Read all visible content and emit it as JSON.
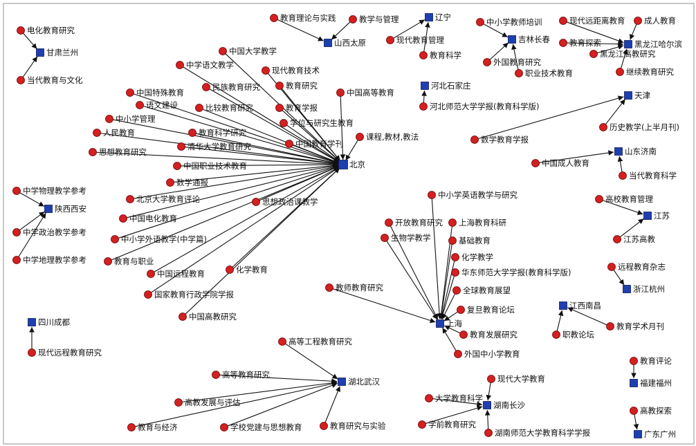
{
  "cities": [
    {
      "id": "gansu",
      "label": "甘肃兰州"
    },
    {
      "id": "shanxi",
      "label": "山西太原"
    },
    {
      "id": "liaoning",
      "label": "辽宁"
    },
    {
      "id": "jilin",
      "label": "吉林长春"
    },
    {
      "id": "heilongjiang",
      "label": "黑龙江哈尔滨"
    },
    {
      "id": "hebei",
      "label": "河北石家庄"
    },
    {
      "id": "tianjin",
      "label": "天津"
    },
    {
      "id": "beijing",
      "label": "北京"
    },
    {
      "id": "shandong",
      "label": "山东济南"
    },
    {
      "id": "shaanxi",
      "label": "陕西西安"
    },
    {
      "id": "jiangsu",
      "label": "江苏"
    },
    {
      "id": "zhejiang",
      "label": "浙江杭州"
    },
    {
      "id": "shanghai",
      "label": "上海"
    },
    {
      "id": "sichuan",
      "label": "四川成都"
    },
    {
      "id": "jiangxi",
      "label": "江西南昌"
    },
    {
      "id": "hubei",
      "label": "湖北武汉"
    },
    {
      "id": "hunan",
      "label": "湖南长沙"
    },
    {
      "id": "fujian",
      "label": "福建福州"
    },
    {
      "id": "guangdong",
      "label": "广东广州"
    }
  ],
  "journals": [
    {
      "id": "j1",
      "label": "电化教育研究",
      "to": "gansu"
    },
    {
      "id": "j2",
      "label": "当代教育与文化",
      "to": "gansu"
    },
    {
      "id": "j3",
      "label": "教育理论与实践",
      "to": "shanxi"
    },
    {
      "id": "j4",
      "label": "教学与管理",
      "to": "shanxi"
    },
    {
      "id": "j5",
      "label": "现代教育管理",
      "to": "liaoning"
    },
    {
      "id": "j6",
      "label": "教育科学",
      "to": "liaoning"
    },
    {
      "id": "j7",
      "label": "中小学教师培训",
      "to": "jilin"
    },
    {
      "id": "j8",
      "label": "外国教育研究",
      "to": "jilin"
    },
    {
      "id": "j9",
      "label": "职业技术教育",
      "to": "jilin"
    },
    {
      "id": "j10",
      "label": "现代远距离教育",
      "to": "heilongjiang"
    },
    {
      "id": "j11",
      "label": "成人教育",
      "to": "heilongjiang"
    },
    {
      "id": "j12",
      "label": "教育探索",
      "to": "heilongjiang"
    },
    {
      "id": "j13",
      "label": "黑龙江高教研究",
      "to": "heilongjiang"
    },
    {
      "id": "j14",
      "label": "继续教育研究",
      "to": "heilongjiang"
    },
    {
      "id": "j15",
      "label": "河北师范大学学报(教育科学版)",
      "to": "hebei"
    },
    {
      "id": "j16",
      "label": "历史教学(上半月刊)",
      "to": "tianjin"
    },
    {
      "id": "j17",
      "label": "数学教育学报",
      "to": "tianjin"
    },
    {
      "id": "j18",
      "label": "中国成人教育",
      "to": "shandong"
    },
    {
      "id": "j19",
      "label": "当代教育科学",
      "to": "shandong"
    },
    {
      "id": "j20",
      "label": "中学物理教学参考",
      "to": "shaanxi"
    },
    {
      "id": "j21",
      "label": "中学政治教学参考",
      "to": "shaanxi"
    },
    {
      "id": "j22",
      "label": "中学地理教学参考",
      "to": "shaanxi"
    },
    {
      "id": "j23",
      "label": "高校教育管理",
      "to": "jiangsu"
    },
    {
      "id": "j24",
      "label": "江苏高教",
      "to": "jiangsu"
    },
    {
      "id": "j25",
      "label": "远程教育杂志",
      "to": "zhejiang"
    },
    {
      "id": "j26",
      "label": "现代远程教育研究",
      "to": "sichuan"
    },
    {
      "id": "j27",
      "label": "教育学术月刊",
      "to": "jiangxi"
    },
    {
      "id": "j28",
      "label": "职教论坛",
      "to": "jiangxi"
    },
    {
      "id": "j29",
      "label": "教育评论",
      "to": "fujian"
    },
    {
      "id": "j30",
      "label": "高教探索",
      "to": "guangdong"
    },
    {
      "id": "j31",
      "label": "中国大学教学",
      "to": "beijing"
    },
    {
      "id": "j32",
      "label": "中学语文教学",
      "to": "beijing"
    },
    {
      "id": "j33",
      "label": "现代教育技术",
      "to": "beijing"
    },
    {
      "id": "j34",
      "label": "中国特殊教育",
      "to": "beijing"
    },
    {
      "id": "j35",
      "label": "民族教育研究",
      "to": "beijing"
    },
    {
      "id": "j36",
      "label": "教育研究",
      "to": "beijing"
    },
    {
      "id": "j37",
      "label": "中国高等教育",
      "to": "beijing"
    },
    {
      "id": "j38",
      "label": "语文建设",
      "to": "beijing"
    },
    {
      "id": "j39",
      "label": "比较教育研究",
      "to": "beijing"
    },
    {
      "id": "j40",
      "label": "教育学报",
      "to": "beijing"
    },
    {
      "id": "j41",
      "label": "中小学管理",
      "to": "beijing"
    },
    {
      "id": "j42",
      "label": "学位与研究生教育",
      "to": "beijing"
    },
    {
      "id": "j43",
      "label": "人民教育",
      "to": "beijing"
    },
    {
      "id": "j44",
      "label": "教育科学研究",
      "to": "beijing"
    },
    {
      "id": "j45",
      "label": "课程,教材,教法",
      "to": "beijing"
    },
    {
      "id": "j46",
      "label": "中国教育学刊",
      "to": "beijing"
    },
    {
      "id": "j47",
      "label": "清华大学教育研究",
      "to": "beijing"
    },
    {
      "id": "j48",
      "label": "思想教育研究",
      "to": "beijing"
    },
    {
      "id": "j49",
      "label": "中国职业技术教育",
      "to": "beijing"
    },
    {
      "id": "j50",
      "label": "数学通报",
      "to": "beijing"
    },
    {
      "id": "j51",
      "label": "北京大学教育评论",
      "to": "beijing"
    },
    {
      "id": "j52",
      "label": "思想政治课教学",
      "to": "beijing"
    },
    {
      "id": "j53",
      "label": "中国电化教育",
      "to": "beijing"
    },
    {
      "id": "j54",
      "label": "中小学外语教学(中学篇)",
      "to": "beijing"
    },
    {
      "id": "j55",
      "label": "教育与职业",
      "to": "beijing"
    },
    {
      "id": "j56",
      "label": "中国远程教育",
      "to": "beijing"
    },
    {
      "id": "j57",
      "label": "化学教育",
      "to": "beijing"
    },
    {
      "id": "j58",
      "label": "国家教育行政学院学报",
      "to": "beijing"
    },
    {
      "id": "j59",
      "label": "中国高教研究",
      "to": "beijing"
    },
    {
      "id": "j60",
      "label": "中小学英语教学与研究",
      "to": "shanghai"
    },
    {
      "id": "j61",
      "label": "开放教育研究",
      "to": "shanghai"
    },
    {
      "id": "j62",
      "label": "上海教育科研",
      "to": "shanghai"
    },
    {
      "id": "j63",
      "label": "生物学教学",
      "to": "shanghai"
    },
    {
      "id": "j64",
      "label": "基础教育",
      "to": "shanghai"
    },
    {
      "id": "j65",
      "label": "化学教学",
      "to": "shanghai"
    },
    {
      "id": "j66",
      "label": "华东师范大学学报(教育科学版)",
      "to": "shanghai"
    },
    {
      "id": "j67",
      "label": "全球教育展望",
      "to": "shanghai"
    },
    {
      "id": "j68",
      "label": "教师教育研究",
      "to": "shanghai"
    },
    {
      "id": "j69",
      "label": "复旦教育论坛",
      "to": "shanghai"
    },
    {
      "id": "j70",
      "label": "教育发展研究",
      "to": "shanghai"
    },
    {
      "id": "j71",
      "label": "外国中小学教育",
      "to": "shanghai"
    },
    {
      "id": "j72",
      "label": "高等工程教育研究",
      "to": "hubei"
    },
    {
      "id": "j73",
      "label": "高等教育研究",
      "to": "hubei"
    },
    {
      "id": "j74",
      "label": "高教发展与评估",
      "to": "hubei"
    },
    {
      "id": "j75",
      "label": "教育与经济",
      "to": "hubei"
    },
    {
      "id": "j76",
      "label": "学校党建与思想教育",
      "to": "hubei"
    },
    {
      "id": "j77",
      "label": "教育研究与实验",
      "to": "hubei"
    },
    {
      "id": "j78",
      "label": "现代大学教育",
      "to": "hunan"
    },
    {
      "id": "j79",
      "label": "大学教育科学",
      "to": "hunan"
    },
    {
      "id": "j80",
      "label": "学前教育研究",
      "to": "hunan"
    },
    {
      "id": "j81",
      "label": "湖南师范大学教育科学学报",
      "to": "hunan"
    }
  ]
}
